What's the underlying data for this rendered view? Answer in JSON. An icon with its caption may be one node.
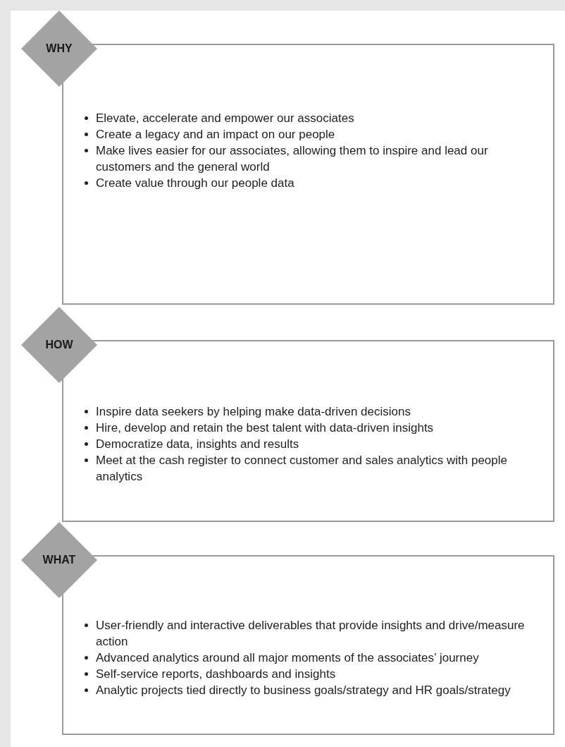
{
  "diagram": {
    "nodes": [
      {
        "text": [
          "WHY"
        ]
      },
      {
        "text": [
          "Elevate, accelerate and empower our associates",
          "Create a legacy and an impact on our people",
          "Make lives easier for our associates, allowing them to inspire and lead our customers and the general world",
          "Create value through our people data"
        ]
      },
      {
        "text": [
          "HOW"
        ]
      },
      {
        "text": [
          "Inspire data seekers by helping make data-driven decisions",
          "Hire, develop and retain the best talent with data-driven insights",
          "Democratize data, insights and results",
          "Meet at the cash register to connect customer and sales analytics with people analytics"
        ]
      },
      {
        "text": [
          "WHAT"
        ]
      },
      {
        "text": [
          "User-friendly and interactive deliverables that provide insights and drive/measure action",
          "Advanced analytics around all major moments of the associates’ journey",
          "Self-service reports, dashboards and insights",
          "Analytic projects tied directly to business goals/strategy and HR goals/strategy"
        ]
      }
    ]
  }
}
